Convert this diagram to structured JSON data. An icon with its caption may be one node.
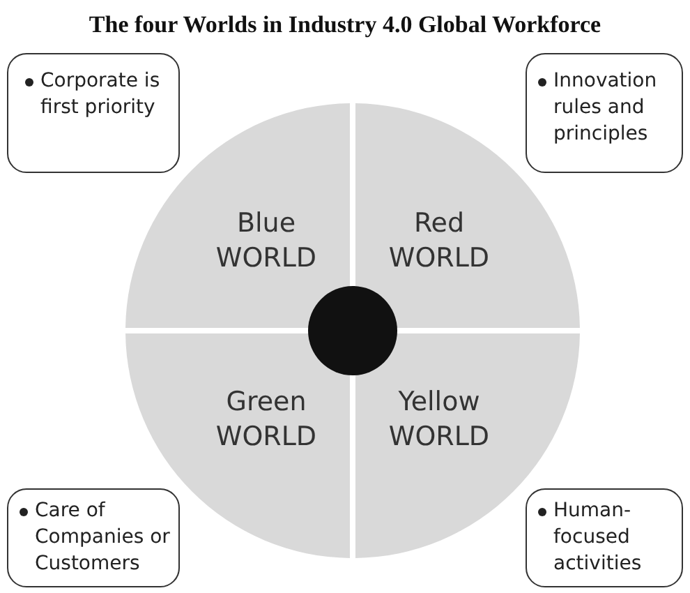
{
  "diagram": {
    "title": "The four Worlds in Industry 4.0 Global Workforce",
    "nodes": [
      {
        "text": [
          "Corporate is first priority"
        ]
      },
      {
        "text": [
          "Innovation rules and principles"
        ]
      },
      {
        "text": [
          "Blue WORLD"
        ]
      },
      {
        "text": [
          "Red WORLD"
        ]
      },
      {
        "text": [],
        "shape": "circle"
      },
      {
        "text": [
          "Green WORLD"
        ]
      },
      {
        "text": [
          "Yellow WORLD"
        ]
      },
      {
        "text": [
          "Care of Companies or Customers"
        ]
      },
      {
        "text": [
          "Human-focused activities"
        ]
      }
    ]
  }
}
